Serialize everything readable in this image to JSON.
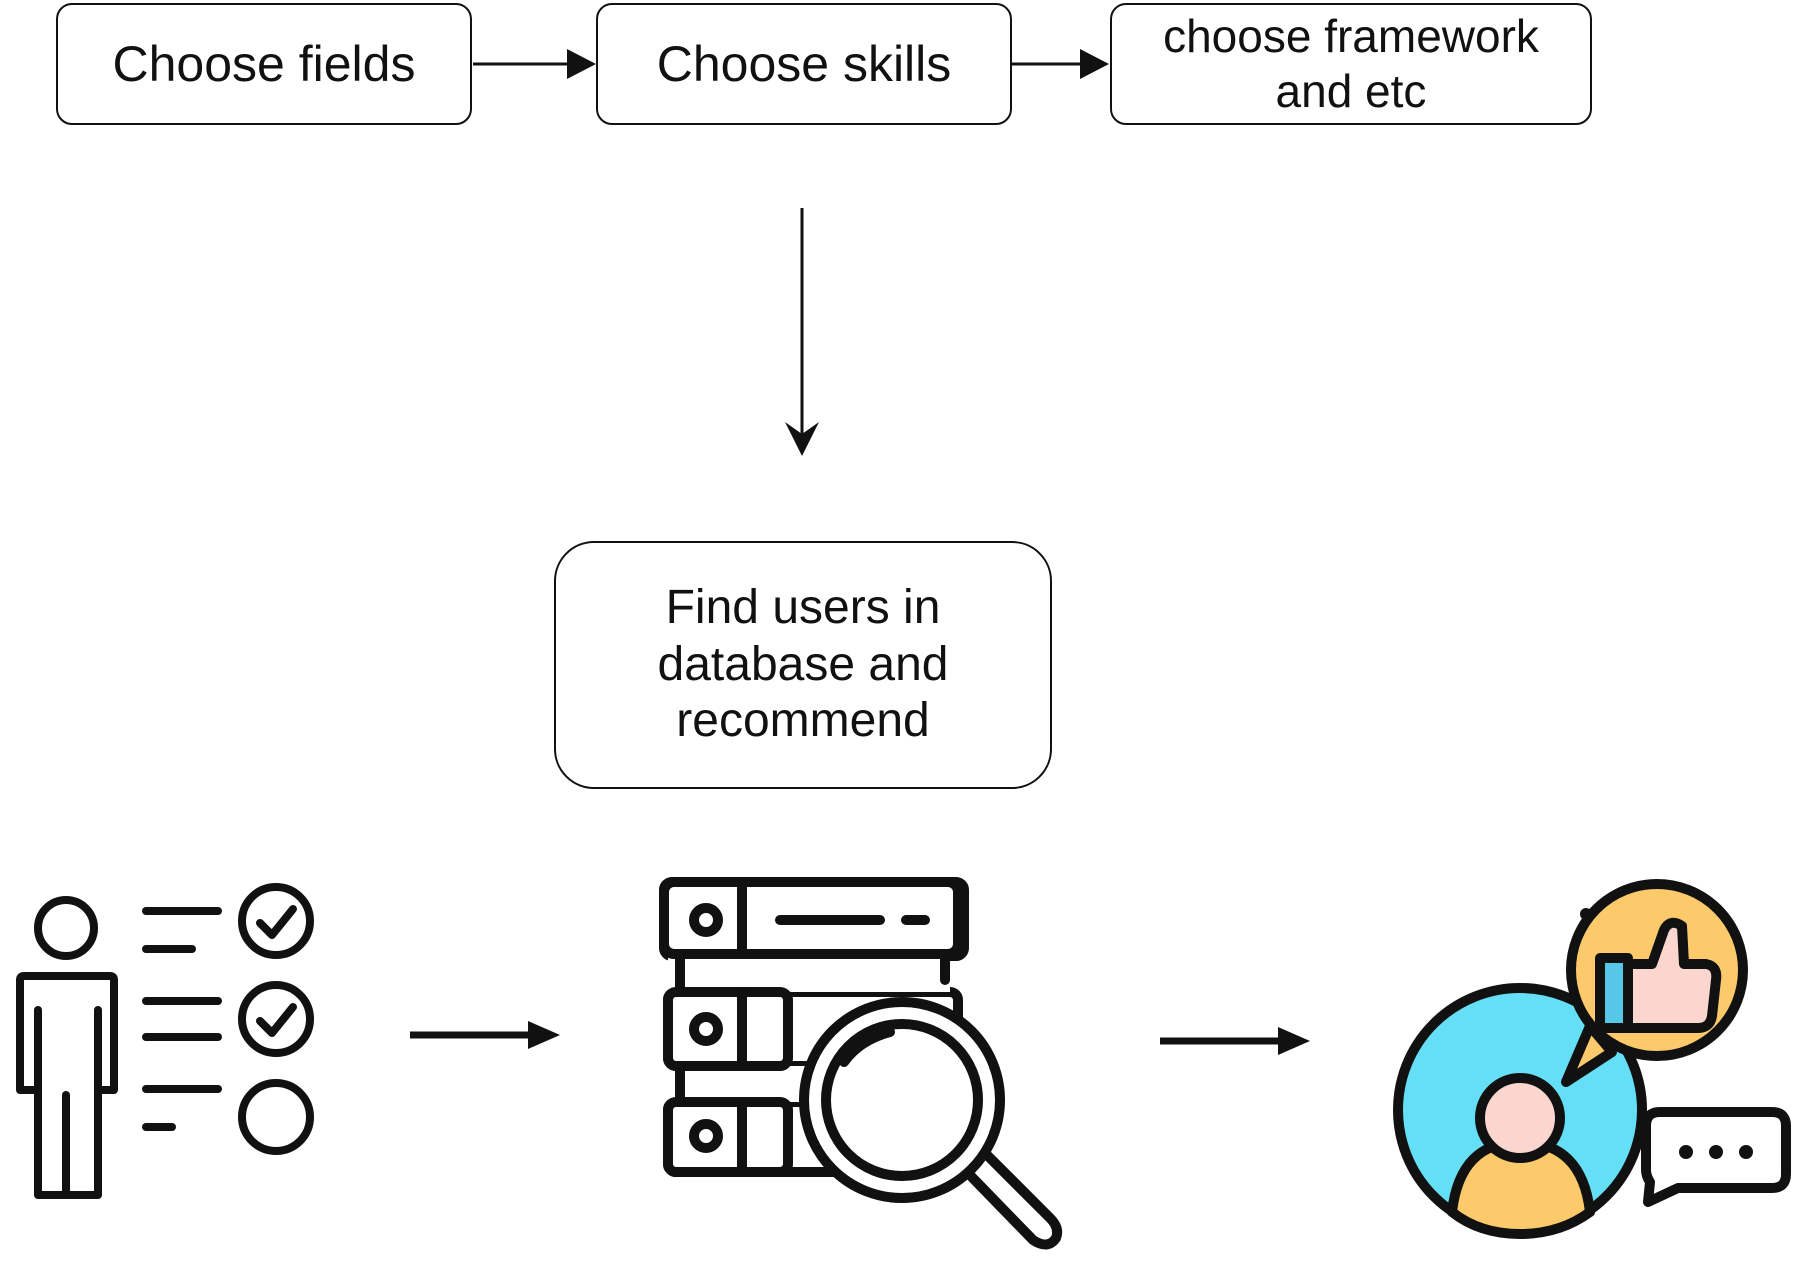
{
  "flow": {
    "step1": "Choose fields",
    "step2": "Choose skills",
    "step3": "choose framework\nand etc",
    "step4": "Find users in\ndatabase and\nrecommend"
  },
  "icons": {
    "left": "user-checklist-icon",
    "middle": "database-search-icon",
    "right": "user-recommendation-chat-icon"
  },
  "colors": {
    "line": "#111111",
    "person_blue": "#65dff5",
    "skin_pink": "#fad6cf",
    "bubble_yellow": "#fdca6b",
    "thumb_blue": "#56c7e6"
  }
}
